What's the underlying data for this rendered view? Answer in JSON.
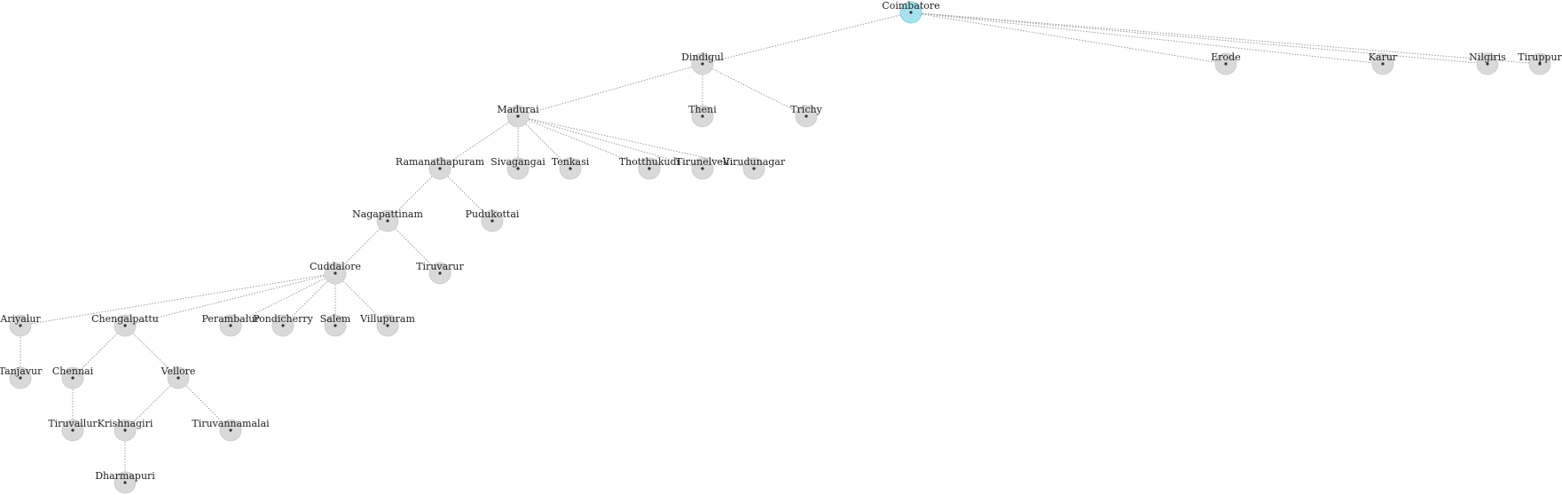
{
  "root_color": "#a3e3ee",
  "node_color": "#d9d9d9",
  "nodes": [
    {
      "id": "coimbatore",
      "label": "Coimbatore",
      "root": true
    },
    {
      "id": "dindigul",
      "label": "Dindigul",
      "parent": "coimbatore"
    },
    {
      "id": "erode",
      "label": "Erode",
      "parent": "coimbatore"
    },
    {
      "id": "karur",
      "label": "Karur",
      "parent": "coimbatore"
    },
    {
      "id": "nilgiris",
      "label": "Nilgiris",
      "parent": "coimbatore"
    },
    {
      "id": "tiruppur",
      "label": "Tiruppur",
      "parent": "coimbatore"
    },
    {
      "id": "madurai",
      "label": "Madurai",
      "parent": "dindigul"
    },
    {
      "id": "theni",
      "label": "Theni",
      "parent": "dindigul"
    },
    {
      "id": "trichy",
      "label": "Trichy",
      "parent": "dindigul"
    },
    {
      "id": "ramanathapuram",
      "label": "Ramanathapuram",
      "parent": "madurai"
    },
    {
      "id": "sivagangai",
      "label": "Sivagangai",
      "parent": "madurai"
    },
    {
      "id": "tenkasi",
      "label": "Tenkasi",
      "parent": "madurai"
    },
    {
      "id": "thotthukudi",
      "label": "Thotthukudi",
      "parent": "madurai"
    },
    {
      "id": "tirunelveli",
      "label": "Tirunelveli",
      "parent": "madurai"
    },
    {
      "id": "virudunagar",
      "label": "Virudunagar",
      "parent": "madurai"
    },
    {
      "id": "nagapattinam",
      "label": "Nagapattinam",
      "parent": "ramanathapuram"
    },
    {
      "id": "pudukottai",
      "label": "Pudukottai",
      "parent": "ramanathapuram"
    },
    {
      "id": "cuddalore",
      "label": "Cuddalore",
      "parent": "nagapattinam"
    },
    {
      "id": "tiruvarur",
      "label": "Tiruvarur",
      "parent": "nagapattinam"
    },
    {
      "id": "ariyalur",
      "label": "Ariyalur",
      "parent": "cuddalore"
    },
    {
      "id": "chengalpattu",
      "label": "Chengalpattu",
      "parent": "cuddalore"
    },
    {
      "id": "perambalur",
      "label": "Perambalur",
      "parent": "cuddalore"
    },
    {
      "id": "pondicherry",
      "label": "Pondicherry",
      "parent": "cuddalore"
    },
    {
      "id": "salem",
      "label": "Salem",
      "parent": "cuddalore"
    },
    {
      "id": "villupuram",
      "label": "Villupuram",
      "parent": "cuddalore"
    },
    {
      "id": "tanjavur",
      "label": "Tanjavur",
      "parent": "ariyalur"
    },
    {
      "id": "chennai",
      "label": "Chennai",
      "parent": "chengalpattu"
    },
    {
      "id": "vellore",
      "label": "Vellore",
      "parent": "chengalpattu"
    },
    {
      "id": "tiruvallur",
      "label": "Tiruvallur",
      "parent": "chennai"
    },
    {
      "id": "krishnagiri",
      "label": "Krishnagiri",
      "parent": "vellore"
    },
    {
      "id": "tiruvannamalai",
      "label": "Tiruvannamalai",
      "parent": "vellore"
    },
    {
      "id": "dharmapuri",
      "label": "Dharmapuri",
      "parent": "krishnagiri"
    }
  ]
}
